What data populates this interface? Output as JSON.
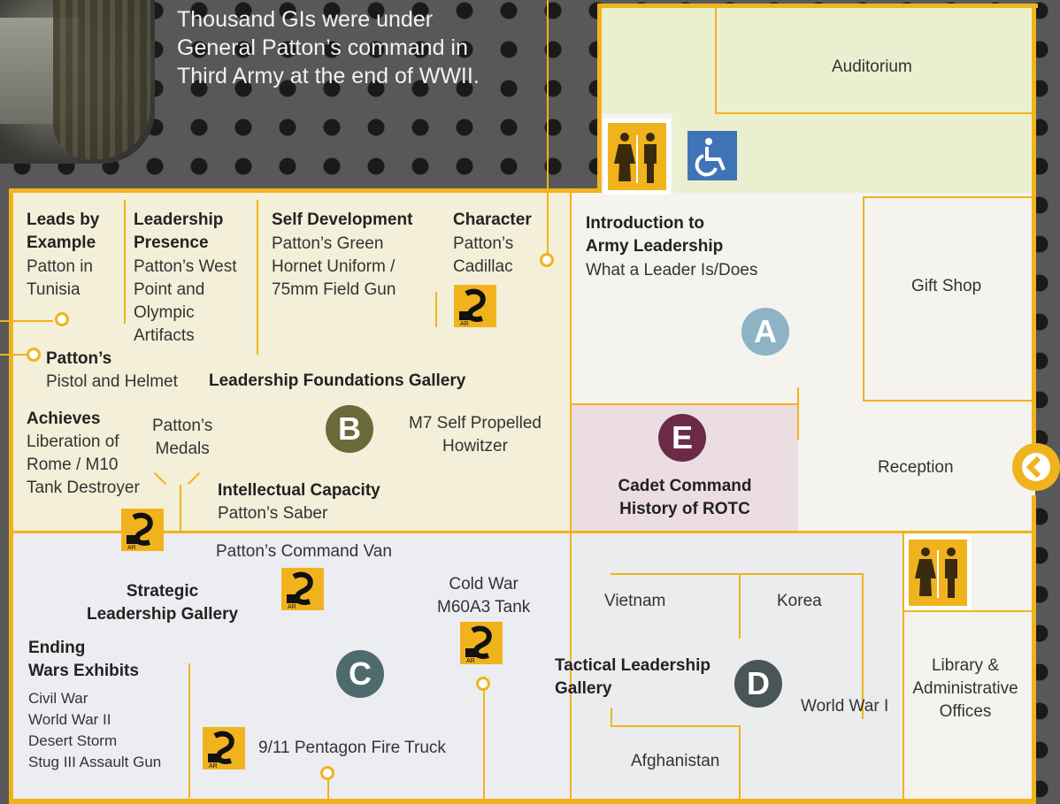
{
  "intro": {
    "line1": "Thousand GIs were under",
    "line2": "General Patton’s command in",
    "line3": "Third Army at the end of WWII."
  },
  "rooms": {
    "auditorium": "Auditorium",
    "gift_shop": "Gift Shop",
    "reception": "Reception",
    "library": "Library &\nAdministrative\nOffices"
  },
  "gallery_a": {
    "letter": "A",
    "title": "Introduction to\nArmy Leadership",
    "subtitle": "What a Leader Is/Does"
  },
  "gallery_b": {
    "letter": "B",
    "title": "Leadership Foundations Gallery"
  },
  "gallery_c": {
    "letter": "C",
    "title": "Strategic\nLeadership Gallery"
  },
  "gallery_d": {
    "letter": "D",
    "title": "Tactical Leadership\nGallery"
  },
  "gallery_e": {
    "letter": "E",
    "title": "Cadet Command\nHistory of ROTC"
  },
  "exhibits": {
    "leads_title": "Leads by\nExample",
    "leads_text": "Patton in\nTunisia",
    "presence_title": "Leadership\nPresence",
    "presence_text": "Patton’s West\nPoint and\nOlympic\nArtifacts",
    "selfdev_title": "Self Development",
    "selfdev_text": "Patton’s Green\nHornet Uniform /\n75mm Field Gun",
    "character_title": "Character",
    "character_text": "Patton’s\nCadillac",
    "pistol_title": "Patton’s",
    "pistol_text": "Pistol and Helmet",
    "achieves_title": "Achieves",
    "achieves_text": "Liberation of\nRome / M10\nTank Destroyer",
    "medals": "Patton’s\nMedals",
    "m7": "M7 Self Propelled\nHowitzer",
    "intellect_title": "Intellectual Capacity",
    "intellect_text": "Patton’s Saber",
    "command_van": "Patton’s Command Van",
    "cold_war": "Cold War\nM60A3 Tank",
    "ending_title": "Ending\nWars Exhibits",
    "ending_text": "Civil War\nWorld War II\nDesert Storm\nStug III Assault Gun",
    "fire_truck": "9/11 Pentagon Fire Truck",
    "vietnam": "Vietnam",
    "korea": "Korea",
    "ww1": "World War I",
    "afghanistan": "Afghanistan"
  },
  "colors": {
    "border": "#f0b31e",
    "gallery_a": "#8db3c4",
    "gallery_b": "#6a6a3a",
    "gallery_c": "#4f6a6c",
    "gallery_d": "#4a5556",
    "gallery_e": "#6a2a48"
  },
  "icons": [
    "restroom-icon",
    "accessible-icon",
    "ar-icon",
    "entrance-arrow-icon"
  ]
}
